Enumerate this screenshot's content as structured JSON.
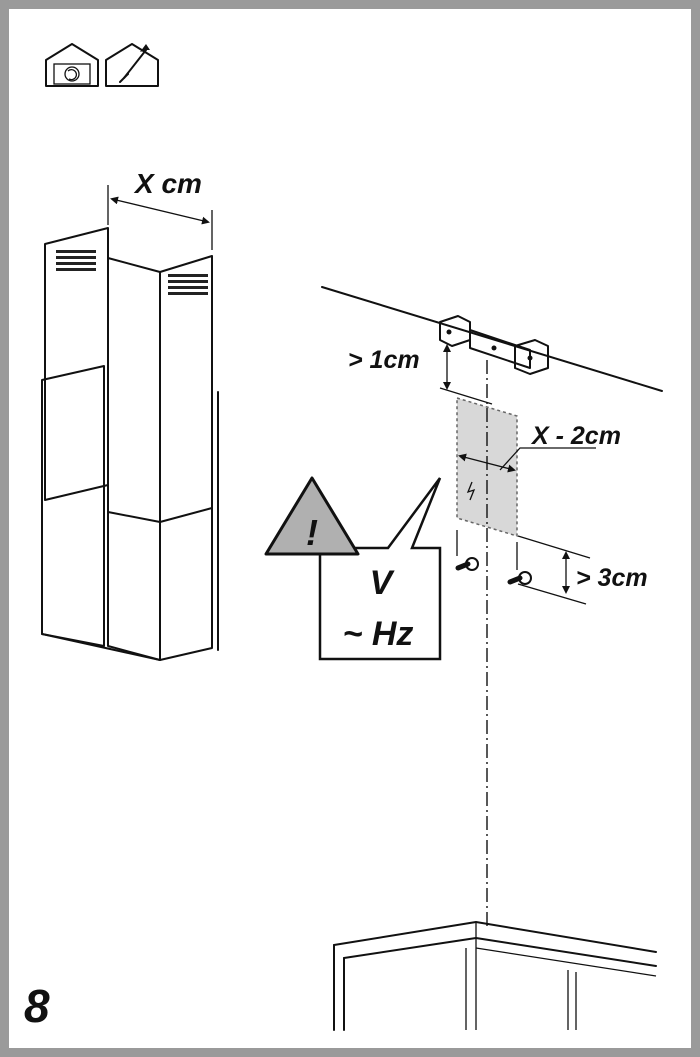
{
  "step": {
    "number": "8"
  },
  "icons": {
    "left": "house-recirculation-icon",
    "right": "house-exhaust-icon"
  },
  "chimney": {
    "width_label": "X cm"
  },
  "bracket": {
    "gap_label": "> 1cm"
  },
  "socket_zone": {
    "width_label": "X - 2cm",
    "screw_gap_label": "> 3cm",
    "zone_color": "#d8d8d8"
  },
  "warning": {
    "voltage": "V",
    "frequency": "~ Hz",
    "symbol": "!",
    "triangle_color": "#b0b0b0"
  },
  "colors": {
    "frame": "#9a9a9a",
    "ink": "#111111"
  }
}
